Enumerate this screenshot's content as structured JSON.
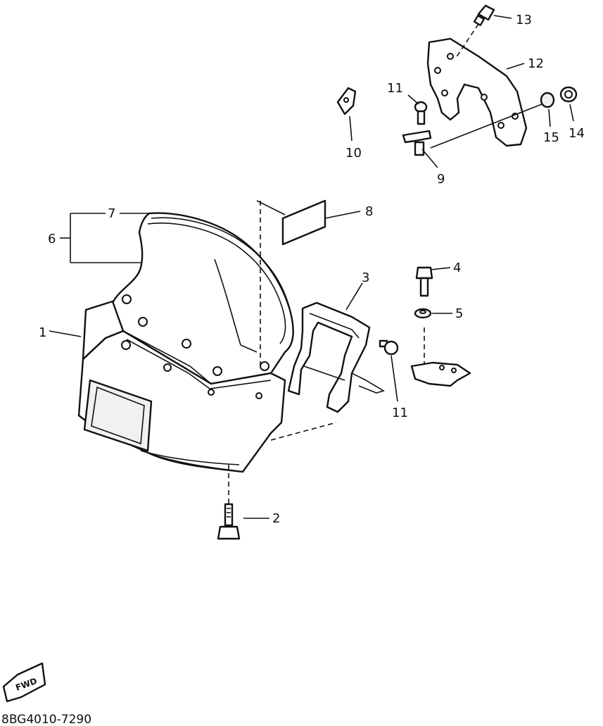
{
  "drawing_code": "8BG4010-7290",
  "direction_mark": "FWD",
  "parts": [
    {
      "ref": "1",
      "name": "cowling"
    },
    {
      "ref": "2",
      "name": "bolt"
    },
    {
      "ref": "3",
      "name": "stay"
    },
    {
      "ref": "4",
      "name": "bolt"
    },
    {
      "ref": "5",
      "name": "washer"
    },
    {
      "ref": "6",
      "name": "windshield-assembly"
    },
    {
      "ref": "7",
      "name": "windshield-trim"
    },
    {
      "ref": "8",
      "name": "label"
    },
    {
      "ref": "9",
      "name": "clip"
    },
    {
      "ref": "10",
      "name": "clip"
    },
    {
      "ref": "11",
      "name": "screw"
    },
    {
      "ref": "12",
      "name": "bracket"
    },
    {
      "ref": "13",
      "name": "bolt"
    },
    {
      "ref": "14",
      "name": "nut"
    },
    {
      "ref": "15",
      "name": "grommet"
    }
  ],
  "callouts": {
    "c1": "1",
    "c2": "2",
    "c3": "3",
    "c4": "4",
    "c5": "5",
    "c6": "6",
    "c7": "7",
    "c8": "8",
    "c9": "9",
    "c10": "10",
    "c11a": "11",
    "c11b": "11",
    "c12": "12",
    "c13": "13",
    "c14": "14",
    "c15": "15"
  }
}
